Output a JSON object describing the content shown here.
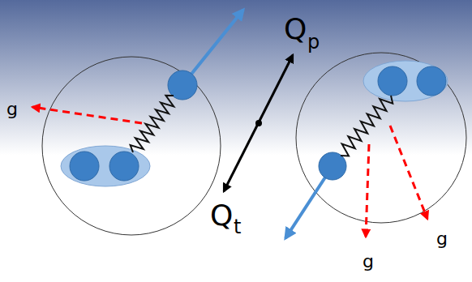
{
  "diagram": {
    "labels": [
      "g",
      "Q",
      "p",
      "Q",
      "t",
      "g",
      "g"
    ]
  }
}
